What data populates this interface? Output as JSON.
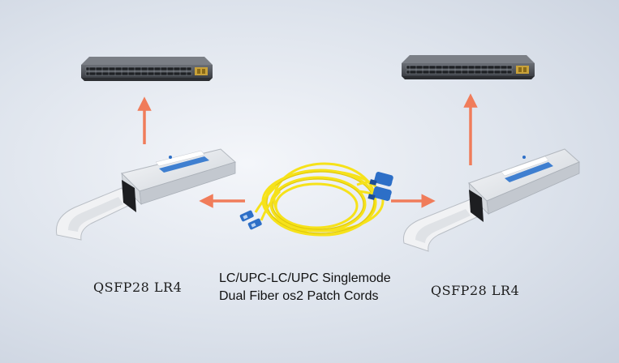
{
  "labels": {
    "left_module": "QSFP28  LR4",
    "right_module": "QSFP28  LR4",
    "cable_line1": "LC/UPC-LC/UPC Singlemode",
    "cable_line2": "Dual Fiber os2 Patch Cords"
  },
  "colors": {
    "arrow": "#f07c5a",
    "cable": "#f6e21a",
    "connector": "#2d6fc7",
    "module_body": "#e9ecef",
    "switch_body": "#4a4d52"
  },
  "icons": {
    "switch": "network-switch-icon",
    "module": "qsfp28-transceiver-icon",
    "cable": "fiber-patch-cord-icon"
  }
}
